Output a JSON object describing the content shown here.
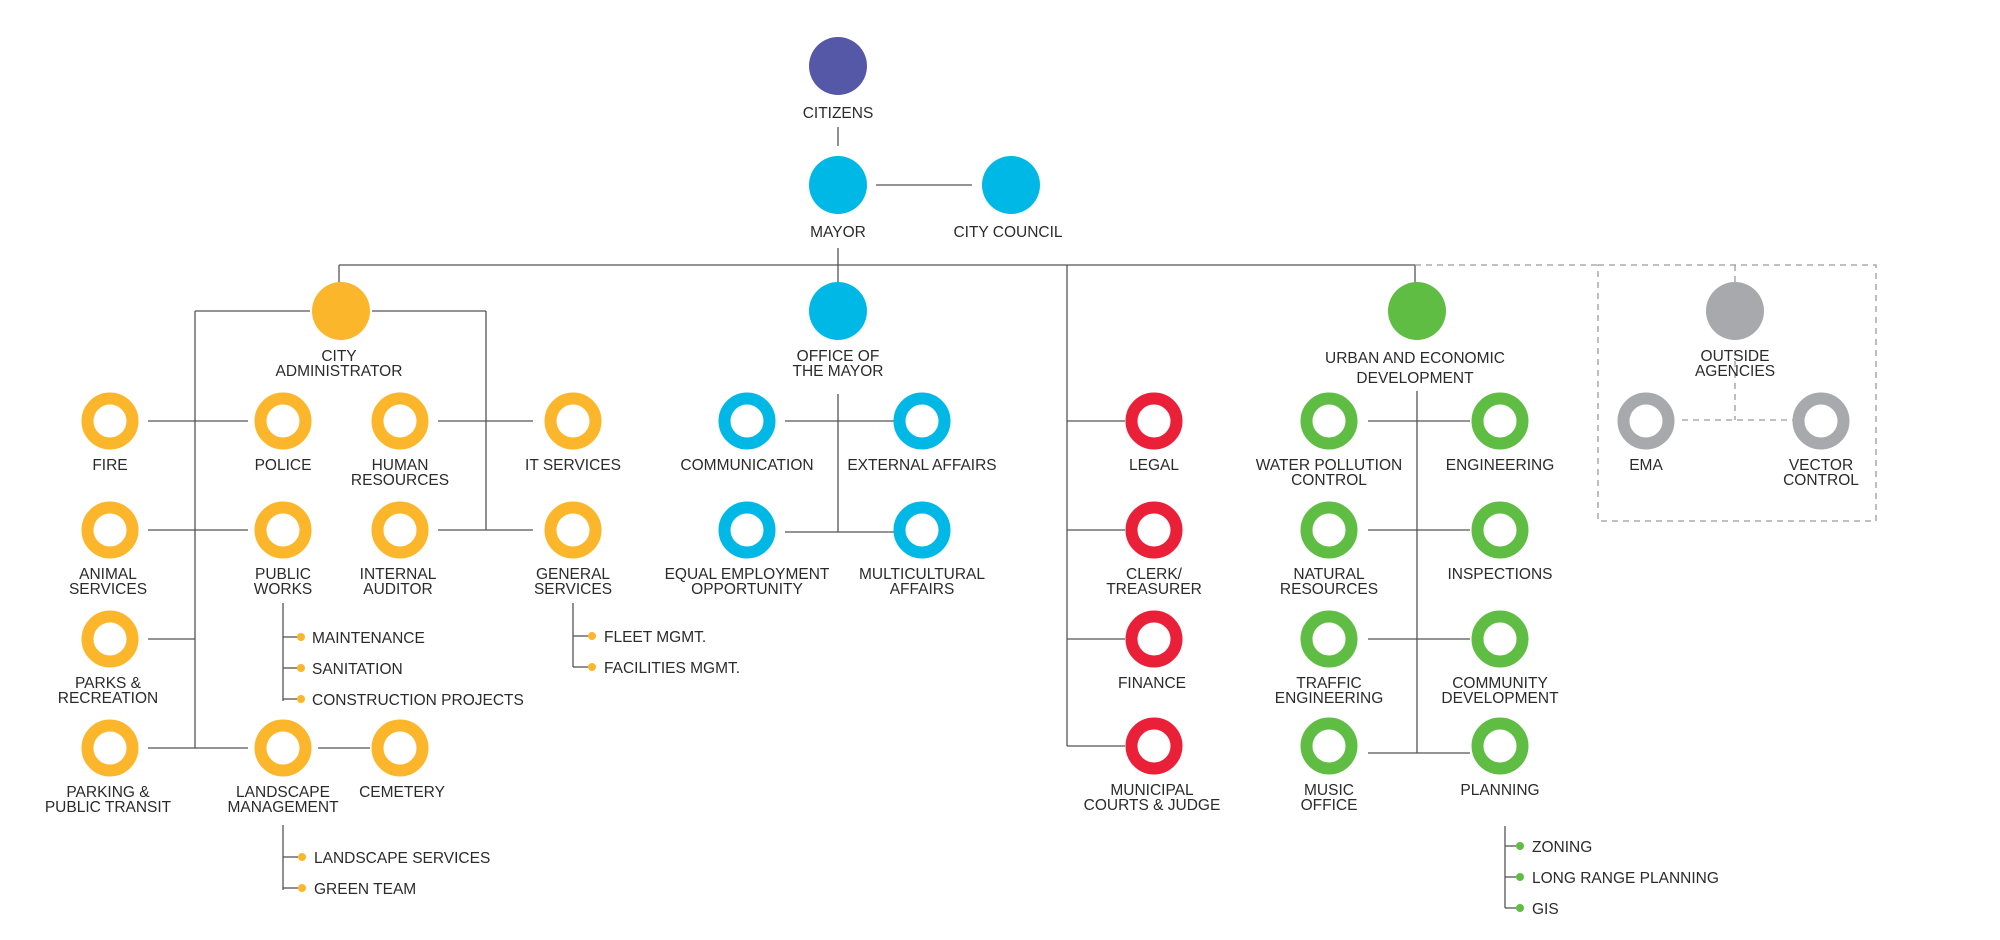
{
  "colors": {
    "citizens": "#5558a6",
    "executive": "#00b8e6",
    "administrator": "#fbb62b",
    "legal": "#ea1f38",
    "urban": "#60bd44",
    "outside": "#a7a9ac",
    "line": "#555555"
  },
  "nodes": {
    "citizens": {
      "l1": "CITIZENS"
    },
    "mayor": {
      "l1": "MAYOR"
    },
    "city_council": {
      "l1": "CITY COUNCIL"
    },
    "city_administrator": {
      "l1": "CITY",
      "l2": "ADMINISTRATOR"
    },
    "office_of_the_mayor": {
      "l1": "OFFICE OF",
      "l2": "THE MAYOR"
    },
    "urban_economic": {
      "l1": "URBAN AND ECONOMIC",
      "l2": "DEVELOPMENT"
    },
    "outside_agencies": {
      "l1": "OUTSIDE",
      "l2": "AGENCIES"
    },
    "fire": {
      "l1": "FIRE"
    },
    "police": {
      "l1": "POLICE"
    },
    "human_resources": {
      "l1": "HUMAN",
      "l2": "RESOURCES"
    },
    "it_services": {
      "l1": "IT SERVICES"
    },
    "animal_services": {
      "l1": "ANIMAL",
      "l2": "SERVICES"
    },
    "public_works": {
      "l1": "PUBLIC",
      "l2": "WORKS"
    },
    "internal_auditor": {
      "l1": "INTERNAL",
      "l2": "AUDITOR"
    },
    "general_services": {
      "l1": "GENERAL",
      "l2": "SERVICES"
    },
    "parks_recreation": {
      "l1": "PARKS &",
      "l2": "RECREATION"
    },
    "parking_transit": {
      "l1": "PARKING &",
      "l2": "PUBLIC TRANSIT"
    },
    "landscape_management": {
      "l1": "LANDSCAPE",
      "l2": "MANAGEMENT"
    },
    "cemetery": {
      "l1": "CEMETERY"
    },
    "communication": {
      "l1": "COMMUNICATION"
    },
    "external_affairs": {
      "l1": "EXTERNAL AFFAIRS"
    },
    "equal_employment": {
      "l1": "EQUAL EMPLOYMENT",
      "l2": "OPPORTUNITY"
    },
    "multicultural_affairs": {
      "l1": "MULTICULTURAL",
      "l2": "AFFAIRS"
    },
    "legal": {
      "l1": "LEGAL"
    },
    "clerk_treasurer": {
      "l1": "CLERK/",
      "l2": "TREASURER"
    },
    "finance": {
      "l1": "FINANCE"
    },
    "municipal_courts": {
      "l1": "MUNICIPAL",
      "l2": "COURTS & JUDGE"
    },
    "water_pollution": {
      "l1": "WATER POLLUTION",
      "l2": "CONTROL"
    },
    "engineering": {
      "l1": "ENGINEERING"
    },
    "natural_resources": {
      "l1": "NATURAL",
      "l2": "RESOURCES"
    },
    "inspections": {
      "l1": "INSPECTIONS"
    },
    "traffic_engineering": {
      "l1": "TRAFFIC",
      "l2": "ENGINEERING"
    },
    "community_development": {
      "l1": "COMMUNITY",
      "l2": "DEVELOPMENT"
    },
    "music_office": {
      "l1": "MUSIC",
      "l2": "OFFICE"
    },
    "planning": {
      "l1": "PLANNING"
    },
    "ema": {
      "l1": "EMA"
    },
    "vector_control": {
      "l1": "VECTOR",
      "l2": "CONTROL"
    }
  },
  "sublists": {
    "public_works": [
      "MAINTENANCE",
      "SANITATION",
      "CONSTRUCTION PROJECTS"
    ],
    "general_services": [
      "FLEET MGMT.",
      "FACILITIES MGMT."
    ],
    "landscape_management": [
      "LANDSCAPE SERVICES",
      "GREEN TEAM"
    ],
    "planning": [
      "ZONING",
      "LONG RANGE PLANNING",
      "GIS"
    ]
  }
}
